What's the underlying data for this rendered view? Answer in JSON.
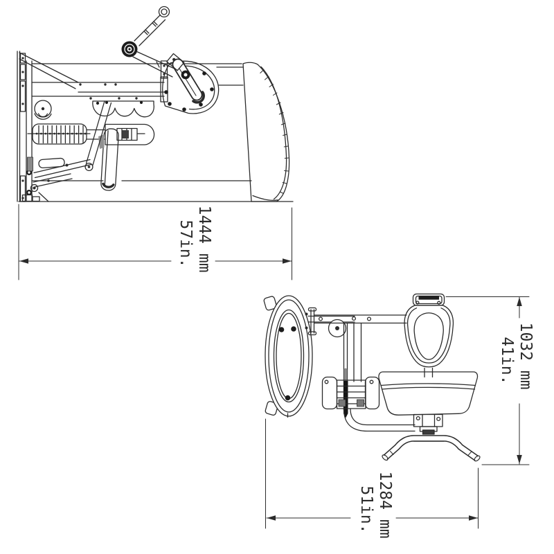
{
  "drawing": {
    "background_color": "#ffffff",
    "line_color": "#2b2b2b",
    "dimensions": {
      "overall_length": {
        "mm": "1444 mm",
        "inches": "57in."
      },
      "overall_height": {
        "mm": "1032 mm",
        "inches": "41in."
      },
      "overall_width": {
        "mm": "1284 mm",
        "inches": "51in."
      }
    }
  }
}
